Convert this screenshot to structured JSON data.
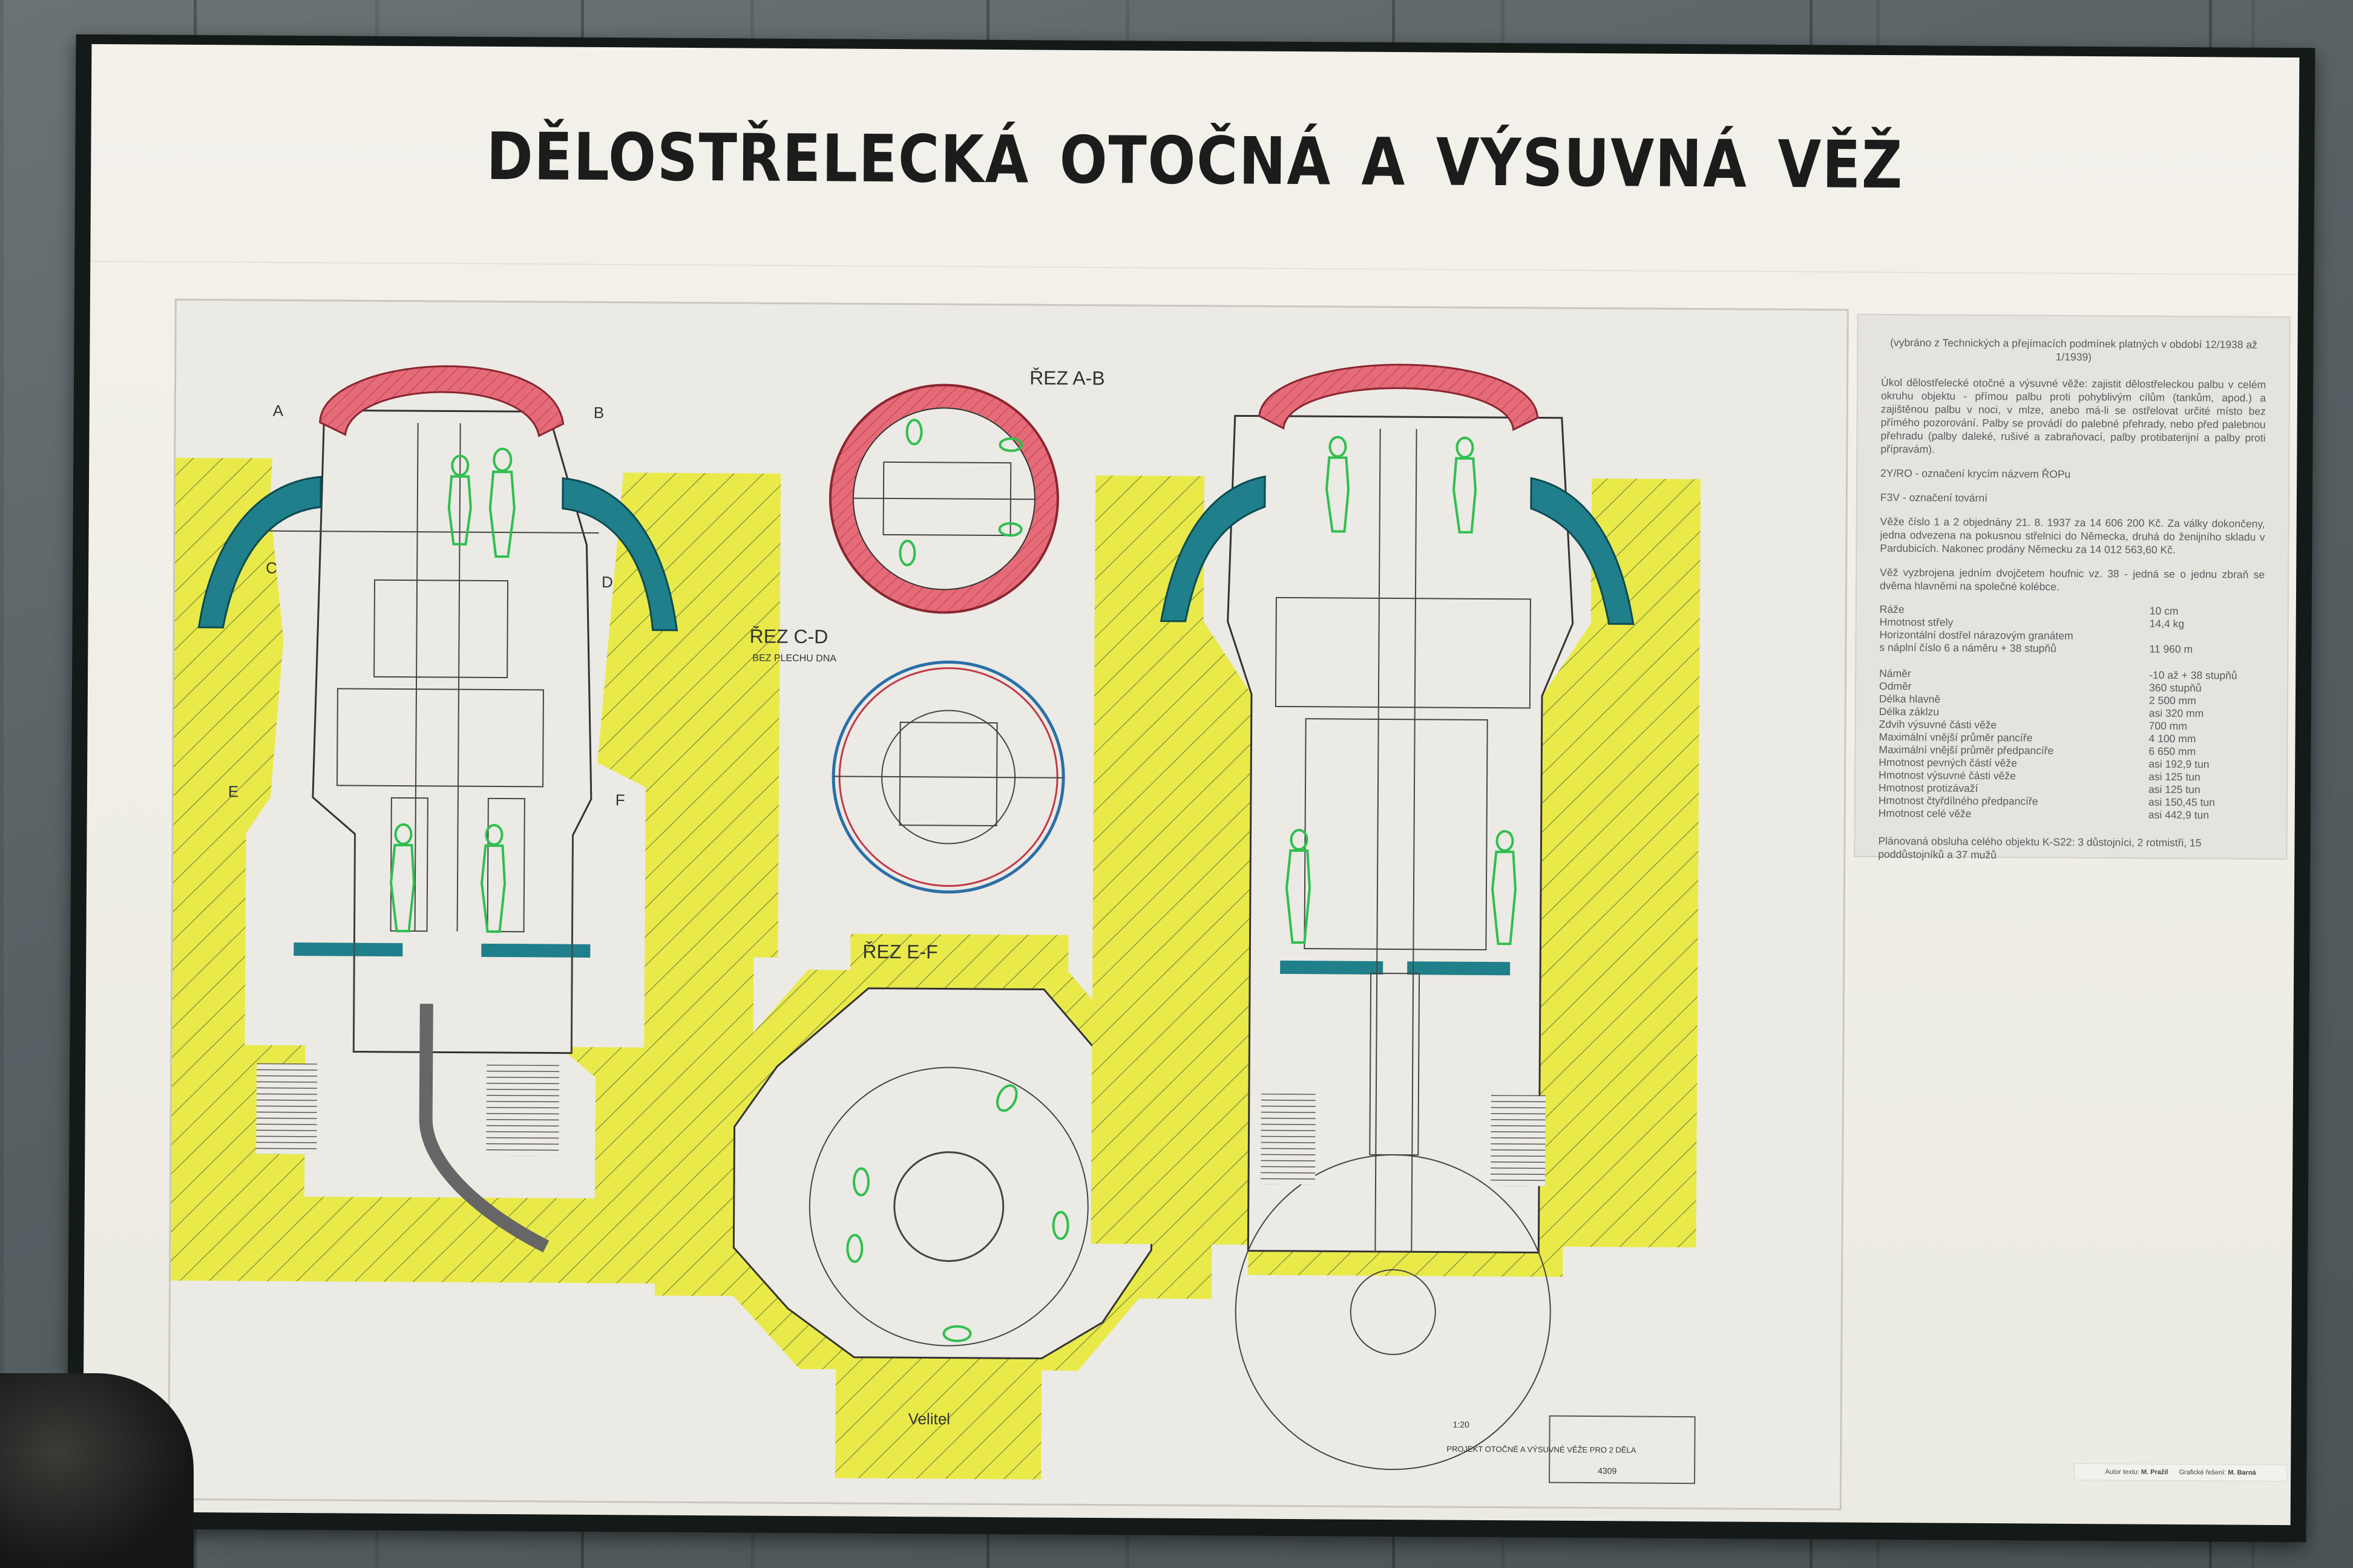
{
  "title": "DĚLOSTŘELECKÁ OTOČNÁ  A VÝSUVNÁ VĚŽ",
  "colors": {
    "dome": "#e56b78",
    "armor": "#1f7f8a",
    "concrete": "#e9ea4a",
    "figures": "#2fbf4f",
    "floor": "#5d6567"
  },
  "info": {
    "source_note": "(vybráno z Technických a přejímacích podmínek platných v období 12/1938 až 1/1939)",
    "para1": "Úkol dělostřelecké otočné a výsuvné věže: zajistit dělostřeleckou palbu v celém okruhu objektu - přímou palbu proti pohyblivým cílům (tankům, apod.) a zajištěnou palbu v noci, v mlze, anebo má-li se ostřelovat určité místo bez přímého pozorování. Palby se provádí do palebné přehrady, nebo před palebnou přehradu (palby daleké, rušivé a zabraňovací, palby protibaterijní a palby proti přípravám).",
    "para2": "2Y/RO - označení krycím názvem ŘOPu",
    "para3": "F3V - označení tovární",
    "para4": "Věže číslo 1 a 2 objednány 21. 8. 1937 za 14 606 200 Kč. Za války dokončeny, jedna odvezena na pokusnou střelnici do Německa, druhá do ženijního skladu v Pardubicích. Nakonec prodány Německu za 14 012 563,60 Kč.",
    "para5": "Věž vyzbrojena jedním dvojčetem houfnic vz. 38 - jedná se o jednu zbraň se dvěma hlavněmi na společné kolébce.",
    "specs1": [
      {
        "k": "Ráže",
        "v": "10 cm"
      },
      {
        "k": "Hmotnost střely",
        "v": "14,4 kg"
      },
      {
        "k": "Horizontální dostřel nárazovým granátem",
        "v": ""
      },
      {
        "k": "s náplní číslo 6 a náměru + 38 stupňů",
        "v": "11 960 m"
      }
    ],
    "specs2": [
      {
        "k": "Náměr",
        "v": "-10 až + 38 stupňů"
      },
      {
        "k": "Odměr",
        "v": "360 stupňů"
      },
      {
        "k": "Délka hlavně",
        "v": "2 500 mm"
      },
      {
        "k": "Délka záklzu",
        "v": "asi 320 mm"
      },
      {
        "k": "Zdvih výsuvné části věže",
        "v": "700 mm"
      },
      {
        "k": "Maximální vnější průměr pancíře",
        "v": "4 100 mm"
      },
      {
        "k": "Maximální vnější průměr předpancíře",
        "v": "6 650 mm"
      },
      {
        "k": "Hmotnost pevných částí věže",
        "v": "asi 192,9 tun"
      },
      {
        "k": "Hmotnost výsuvné části věže",
        "v": "asi 125 tun"
      },
      {
        "k": "Hmotnost protizávaží",
        "v": "asi 125 tun"
      },
      {
        "k": "Hmotnost čtyřdílného předpancíře",
        "v": "asi 150,45 tun"
      },
      {
        "k": "Hmotnost celé věže",
        "v": "asi 442,9 tun"
      }
    ],
    "plan": "Plánovaná obsluha celého objektu K-S22: 3 důstojníci, 2 rotmistři, 15 poddůstojníků a 37 mužů"
  },
  "drawing": {
    "section_ab": "ŘEZ A-B",
    "section_cd": "ŘEZ C-D",
    "section_cd_sub": "BEZ PLECHU DNA",
    "section_ef": "ŘEZ E-F",
    "letter_a": "A",
    "letter_b": "B",
    "letter_c": "C",
    "letter_d": "D",
    "letter_e": "E",
    "letter_f": "F",
    "velitel": "Velitel",
    "stamp_scale": "1:20",
    "stamp_project": "PROJEKT OTOČNÉ A VÝSUVNÉ VĚŽE PRO 2 DĚLA",
    "stamp_number": "4309"
  },
  "credit": {
    "text_label": "Autor textu:",
    "text_author": "M. Pražil",
    "graphic_label": "Grafické řešení:",
    "graphic_author": "M. Barná"
  }
}
